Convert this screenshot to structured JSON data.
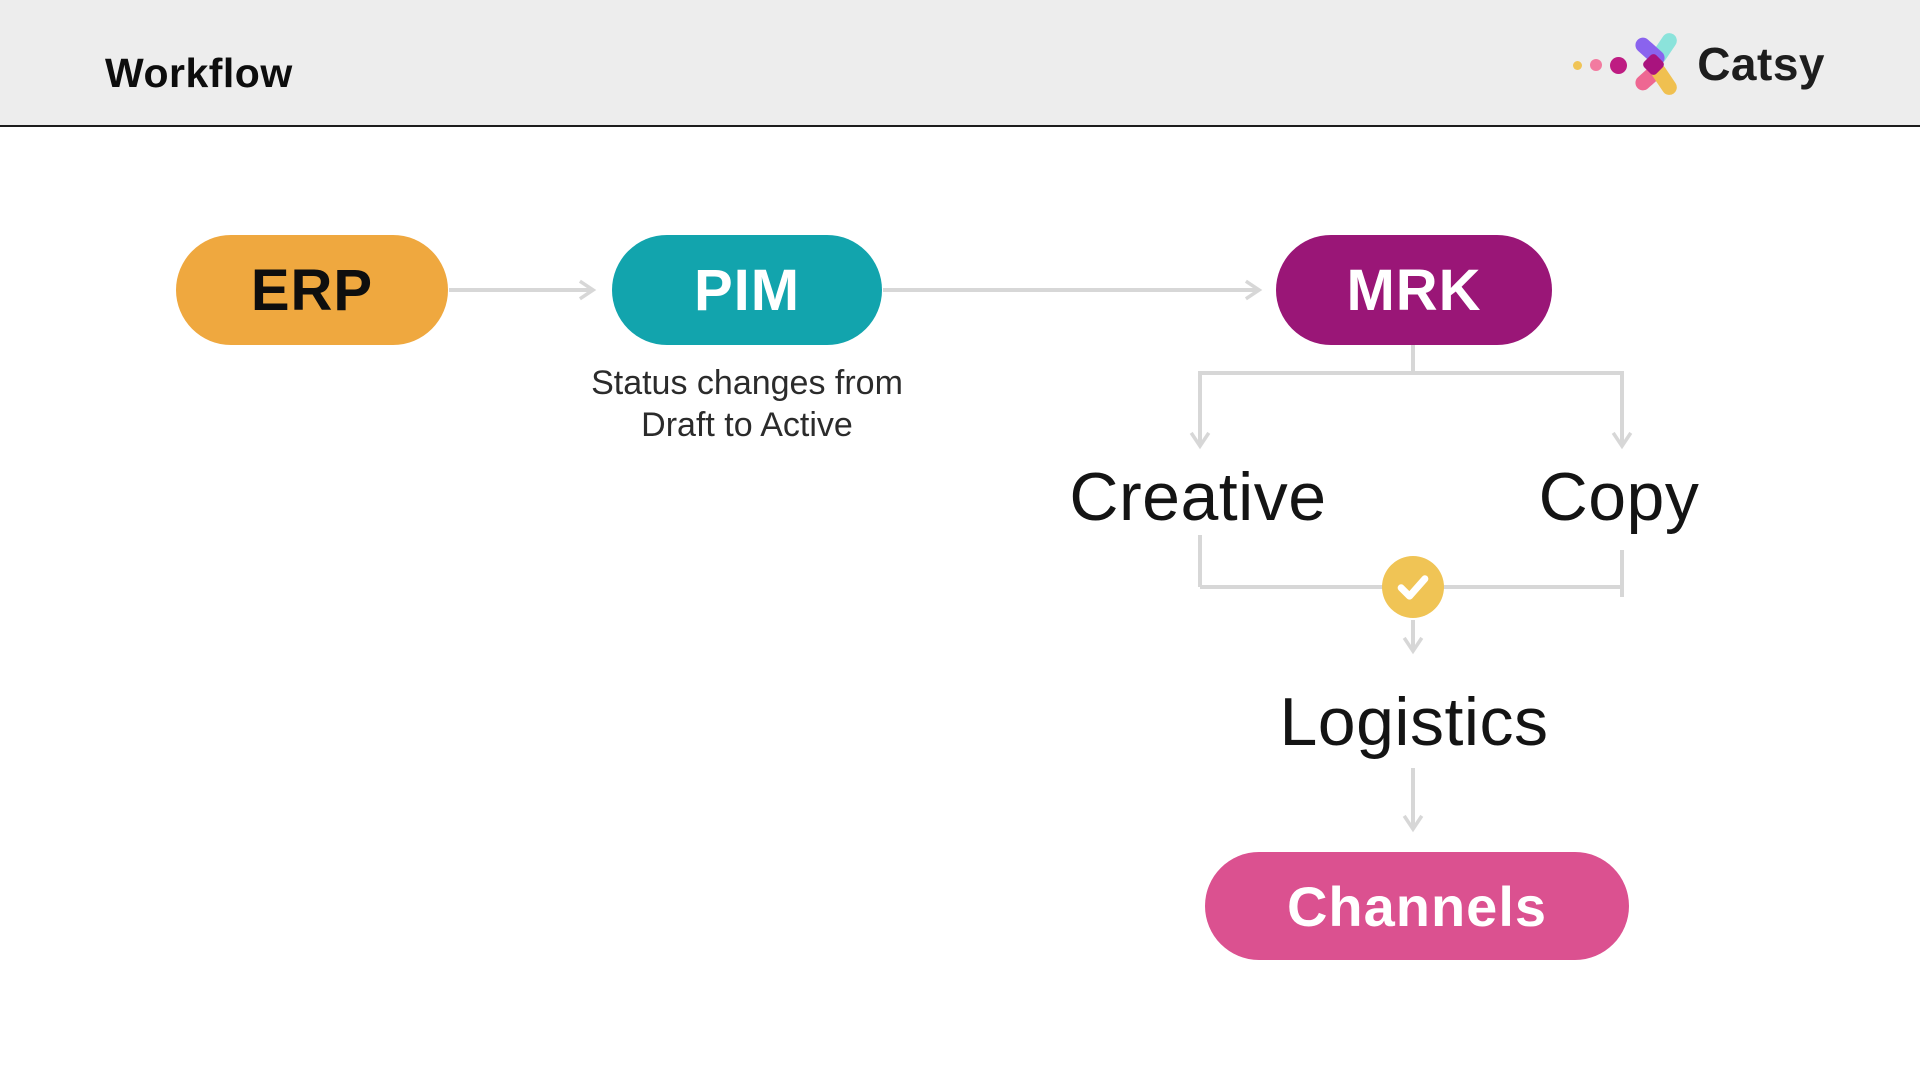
{
  "header": {
    "title": "Workflow",
    "logo_text": "Catsy",
    "logo_icon": {
      "name": "catsy-petals-icon",
      "dot_colors": [
        "#F0C457",
        "#F27BA0",
        "#BE1C82"
      ],
      "petal_colors": {
        "teal": "#8BE3DB",
        "purple": "#8A63EE",
        "pink": "#EE6792",
        "yellow": "#F0C050",
        "center": "#A9137E"
      },
      "colors": {
        "background": "#EDEDED",
        "border_bottom": "#1C1C1C",
        "title_text": "#0D0D0D"
      }
    }
  },
  "diagram": {
    "nodes": {
      "erp": {
        "label": "ERP",
        "shape": "pill",
        "color": "#EFA83F",
        "text_color": "#0E0E0E"
      },
      "pim": {
        "label": "PIM",
        "shape": "pill",
        "color": "#12A4AD",
        "text_color": "#FFFFFF"
      },
      "mrk": {
        "label": "MRK",
        "shape": "pill",
        "color": "#9A1677",
        "text_color": "#FFFFFF"
      },
      "creative": {
        "label": "Creative",
        "shape": "text"
      },
      "copy": {
        "label": "Copy",
        "shape": "text"
      },
      "check": {
        "label": "",
        "shape": "badge",
        "icon": "checkmark-icon",
        "color": "#F0C455",
        "check_color": "#FFFFFF"
      },
      "logistics": {
        "label": "Logistics",
        "shape": "text"
      },
      "channels": {
        "label": "Channels",
        "shape": "pill",
        "color": "#DB5190",
        "text_color": "#FFFFFF"
      }
    },
    "pim_caption": "Status changes from\nDraft to Active",
    "edges": [
      {
        "from": "erp",
        "to": "pim"
      },
      {
        "from": "pim",
        "to": "mrk"
      },
      {
        "from": "mrk",
        "to": "creative"
      },
      {
        "from": "mrk",
        "to": "copy"
      },
      {
        "from": "creative",
        "to": "check"
      },
      {
        "from": "copy",
        "to": "check"
      },
      {
        "from": "check",
        "to": "logistics"
      },
      {
        "from": "logistics",
        "to": "channels"
      }
    ],
    "colors": {
      "connector": "#D7D7D7",
      "canvas_bg": "#FFFFFF",
      "stage_text": "#141414",
      "caption_text": "#2B2B2B"
    }
  }
}
